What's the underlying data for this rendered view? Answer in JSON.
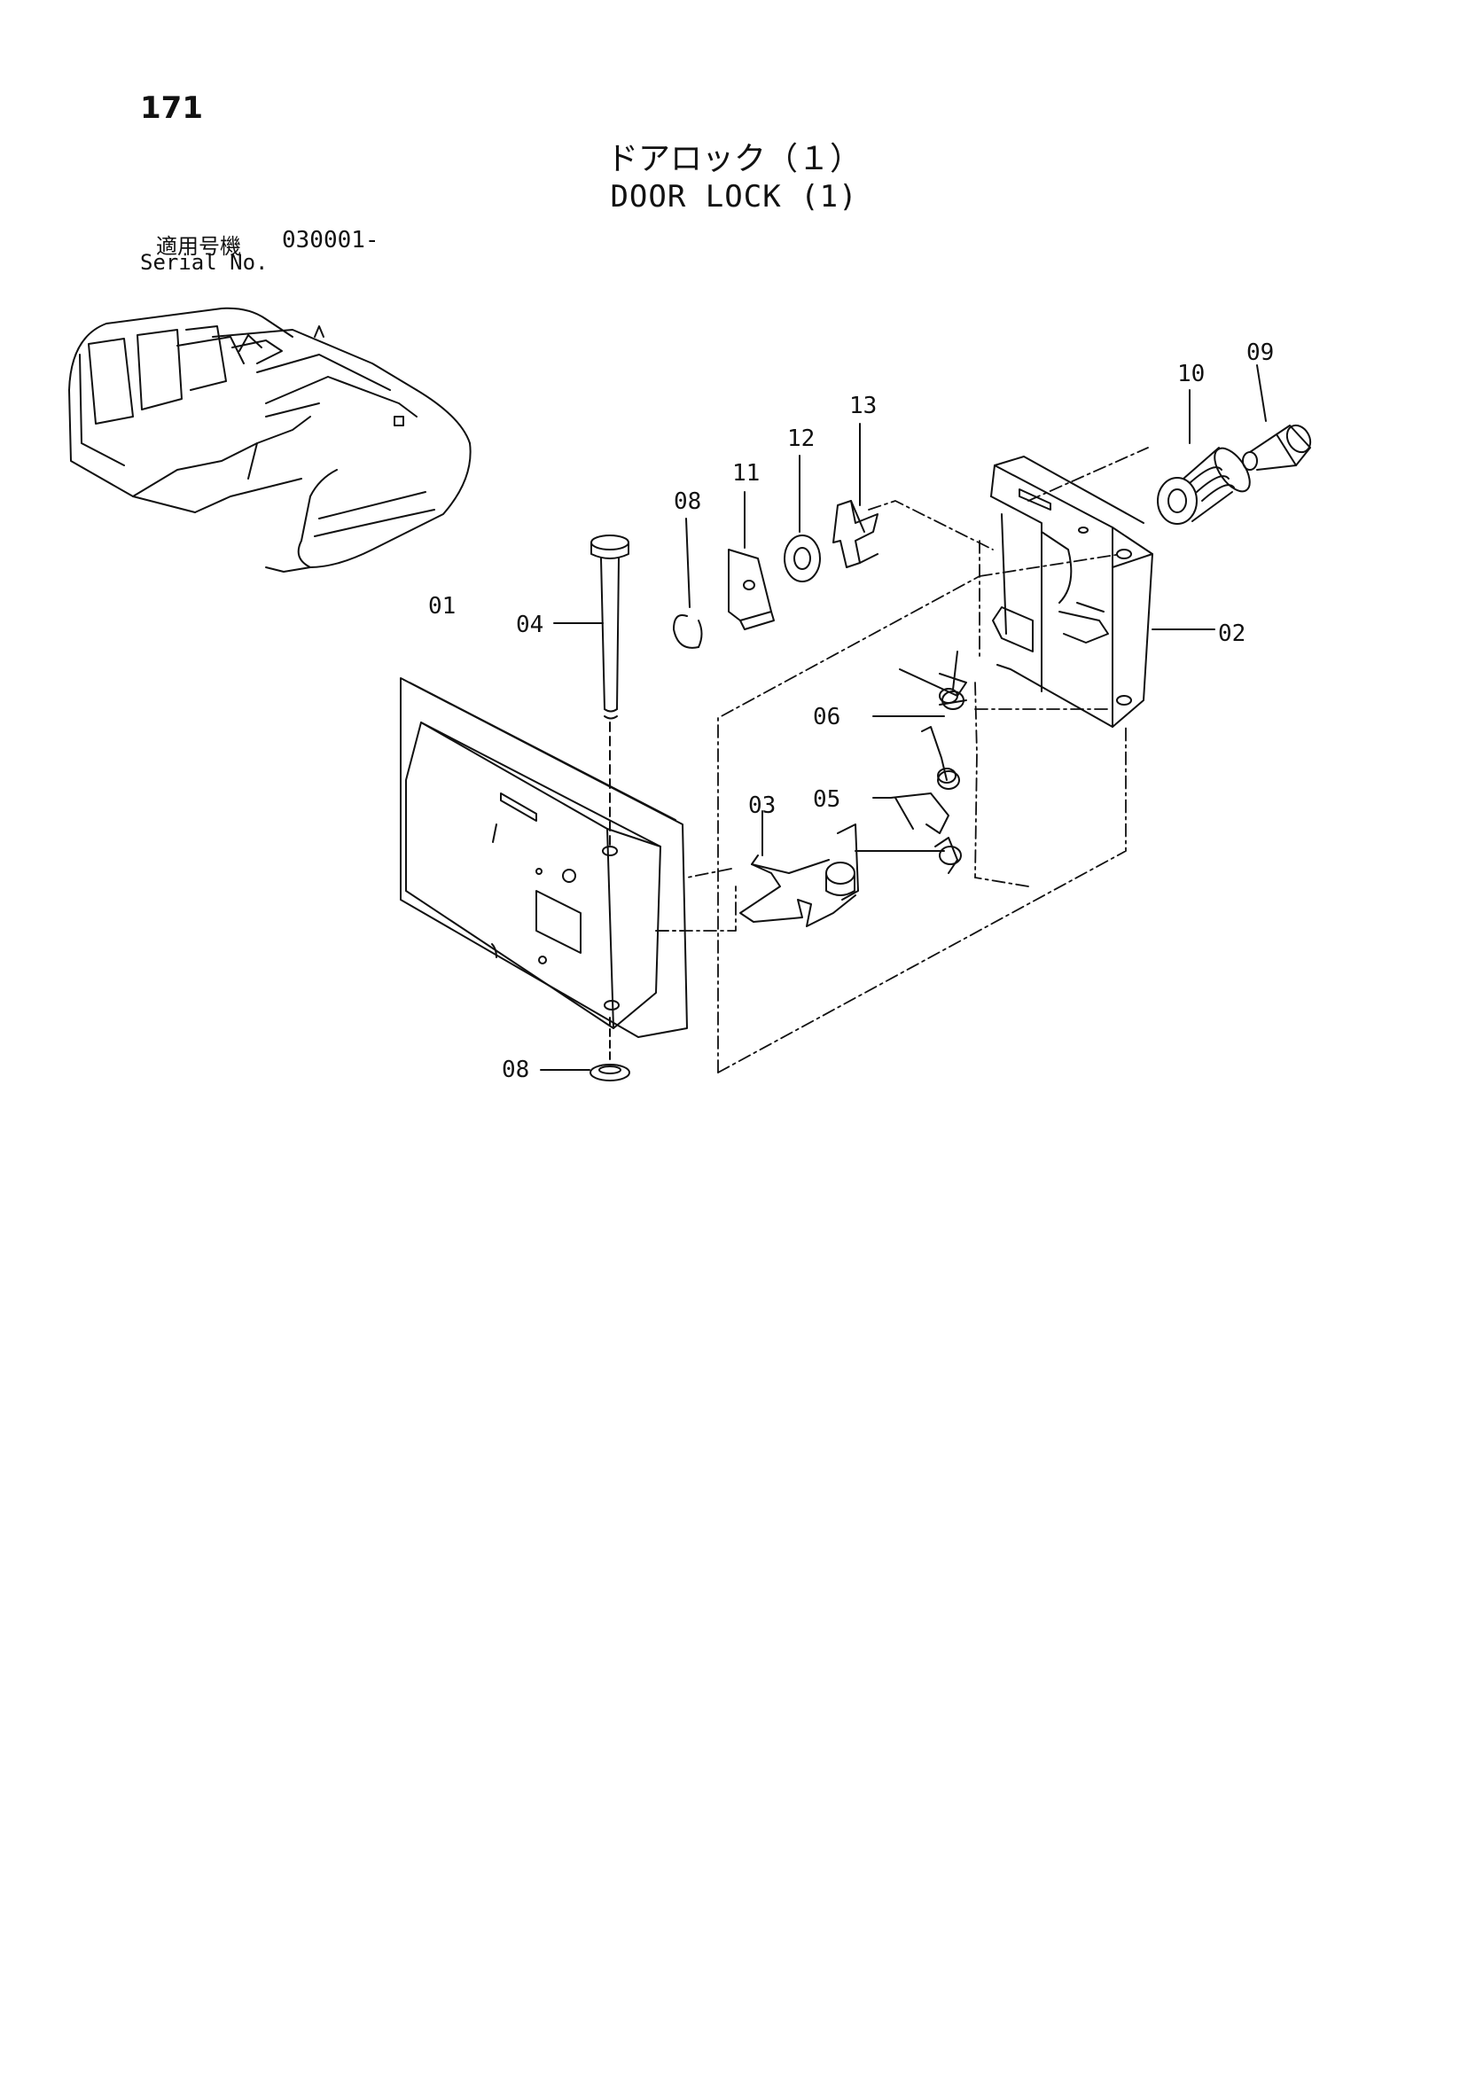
{
  "page": {
    "number": "171",
    "title_jp": "ドアロック（１）",
    "title_en": "DOOR LOCK (1)",
    "serial_label_jp": "適用号機",
    "serial_number": "030001-",
    "serial_label_en": "Serial No."
  },
  "callouts": [
    {
      "id": "01",
      "label": "01"
    },
    {
      "id": "02",
      "label": "02"
    },
    {
      "id": "03",
      "label": "03"
    },
    {
      "id": "04",
      "label": "04"
    },
    {
      "id": "05",
      "label": "05"
    },
    {
      "id": "06",
      "label": "06"
    },
    {
      "id": "08a",
      "label": "08"
    },
    {
      "id": "08b",
      "label": "08"
    },
    {
      "id": "09",
      "label": "09"
    },
    {
      "id": "10",
      "label": "10"
    },
    {
      "id": "11",
      "label": "11"
    },
    {
      "id": "12",
      "label": "12"
    },
    {
      "id": "13",
      "label": "13"
    }
  ],
  "colors": {
    "ink": "#111111",
    "background": "#ffffff"
  }
}
